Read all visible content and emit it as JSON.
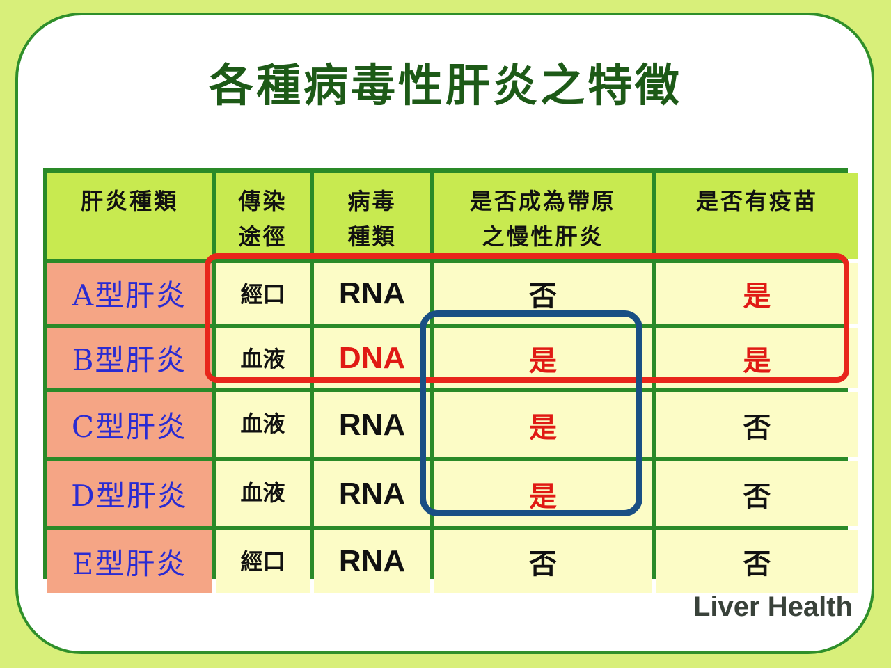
{
  "title": "各種病毒性肝炎之特徵",
  "brand": "Liver Health",
  "headers": {
    "type": "肝炎種類",
    "route_line1": "傳染",
    "route_line2": "途徑",
    "virus_line1": "病毒",
    "virus_line2": "種類",
    "chronic_line1": "是否成為帶原",
    "chronic_line2": "之慢性肝炎",
    "vaccine": "是否有疫苗"
  },
  "rows": [
    {
      "type": "A型肝炎",
      "route": "經口",
      "virus": "RNA",
      "chronic": "否",
      "vaccine": "是"
    },
    {
      "type": "B型肝炎",
      "route": "血液",
      "virus": "DNA",
      "chronic": "是",
      "vaccine": "是"
    },
    {
      "type": "C型肝炎",
      "route": "血液",
      "virus": "RNA",
      "chronic": "是",
      "vaccine": "否"
    },
    {
      "type": "D型肝炎",
      "route": "血液",
      "virus": "RNA",
      "chronic": "是",
      "vaccine": "否"
    },
    {
      "type": "E型肝炎",
      "route": "經口",
      "virus": "RNA",
      "chronic": "否",
      "vaccine": "否"
    }
  ],
  "colors": {
    "background": "#d8ef7a",
    "grid": "#2a8a28",
    "header_fill": "#c8ea50",
    "type_fill": "#f5a585",
    "type_text": "#2a2bd2",
    "highlight_red": "#e8261b",
    "highlight_blue": "#1a4f84"
  }
}
